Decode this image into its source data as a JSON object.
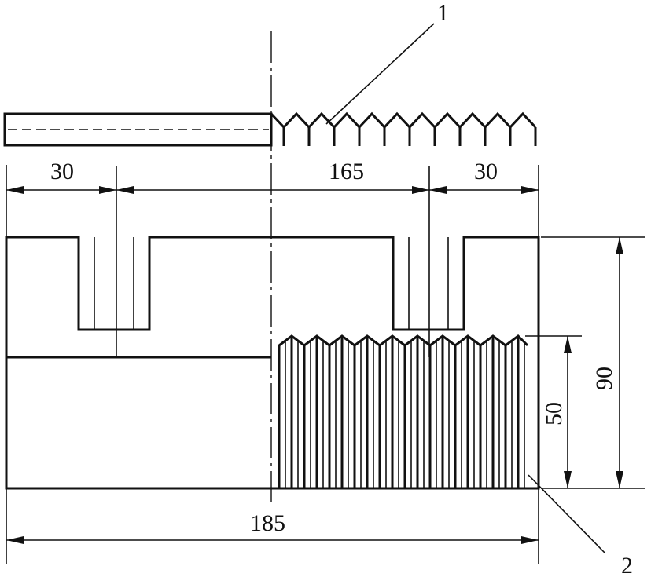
{
  "labels": {
    "callout_1": "1",
    "callout_2": "2",
    "dim_top_left": "30",
    "dim_top_middle": "165",
    "dim_top_right": "30",
    "dim_bottom_total": "185",
    "dim_height_total": "90",
    "dim_height_sheet": "50"
  }
}
